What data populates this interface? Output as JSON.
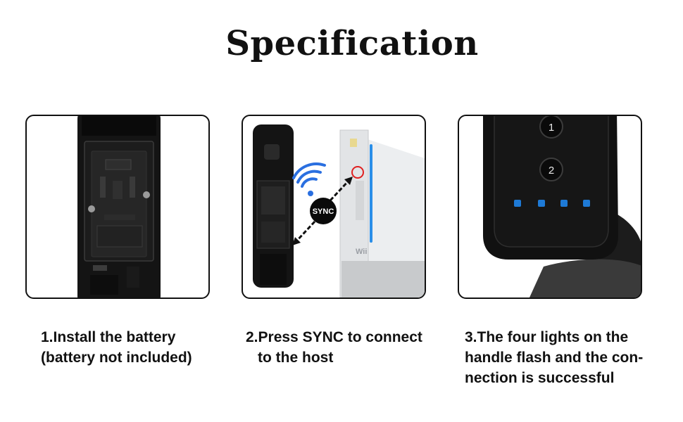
{
  "title": "Specification",
  "steps": [
    {
      "lines": [
        "1.Install the battery",
        "(battery not included)"
      ],
      "image": "remote-battery-compartment"
    },
    {
      "lines": [
        "2.Press SYNC to connect",
        "to the host"
      ],
      "image": "remote-and-console-sync",
      "badge": "SYNC",
      "console_logo": "Wii",
      "icons": [
        "wifi-icon",
        "arrow-icon"
      ]
    },
    {
      "lines": [
        "3.The four lights on the",
        "handle flash and the con-",
        "nection is successful"
      ],
      "image": "remote-player-lights",
      "buttons": [
        "1",
        "2"
      ],
      "light_count": 4
    }
  ],
  "colors": {
    "text": "#111111",
    "border": "#111111",
    "remote": "#141414",
    "led": "#1e7ad6",
    "wifi": "#2a6fe0",
    "sync_circle": "#e02020",
    "console_stripe": "#2a8ee8"
  }
}
